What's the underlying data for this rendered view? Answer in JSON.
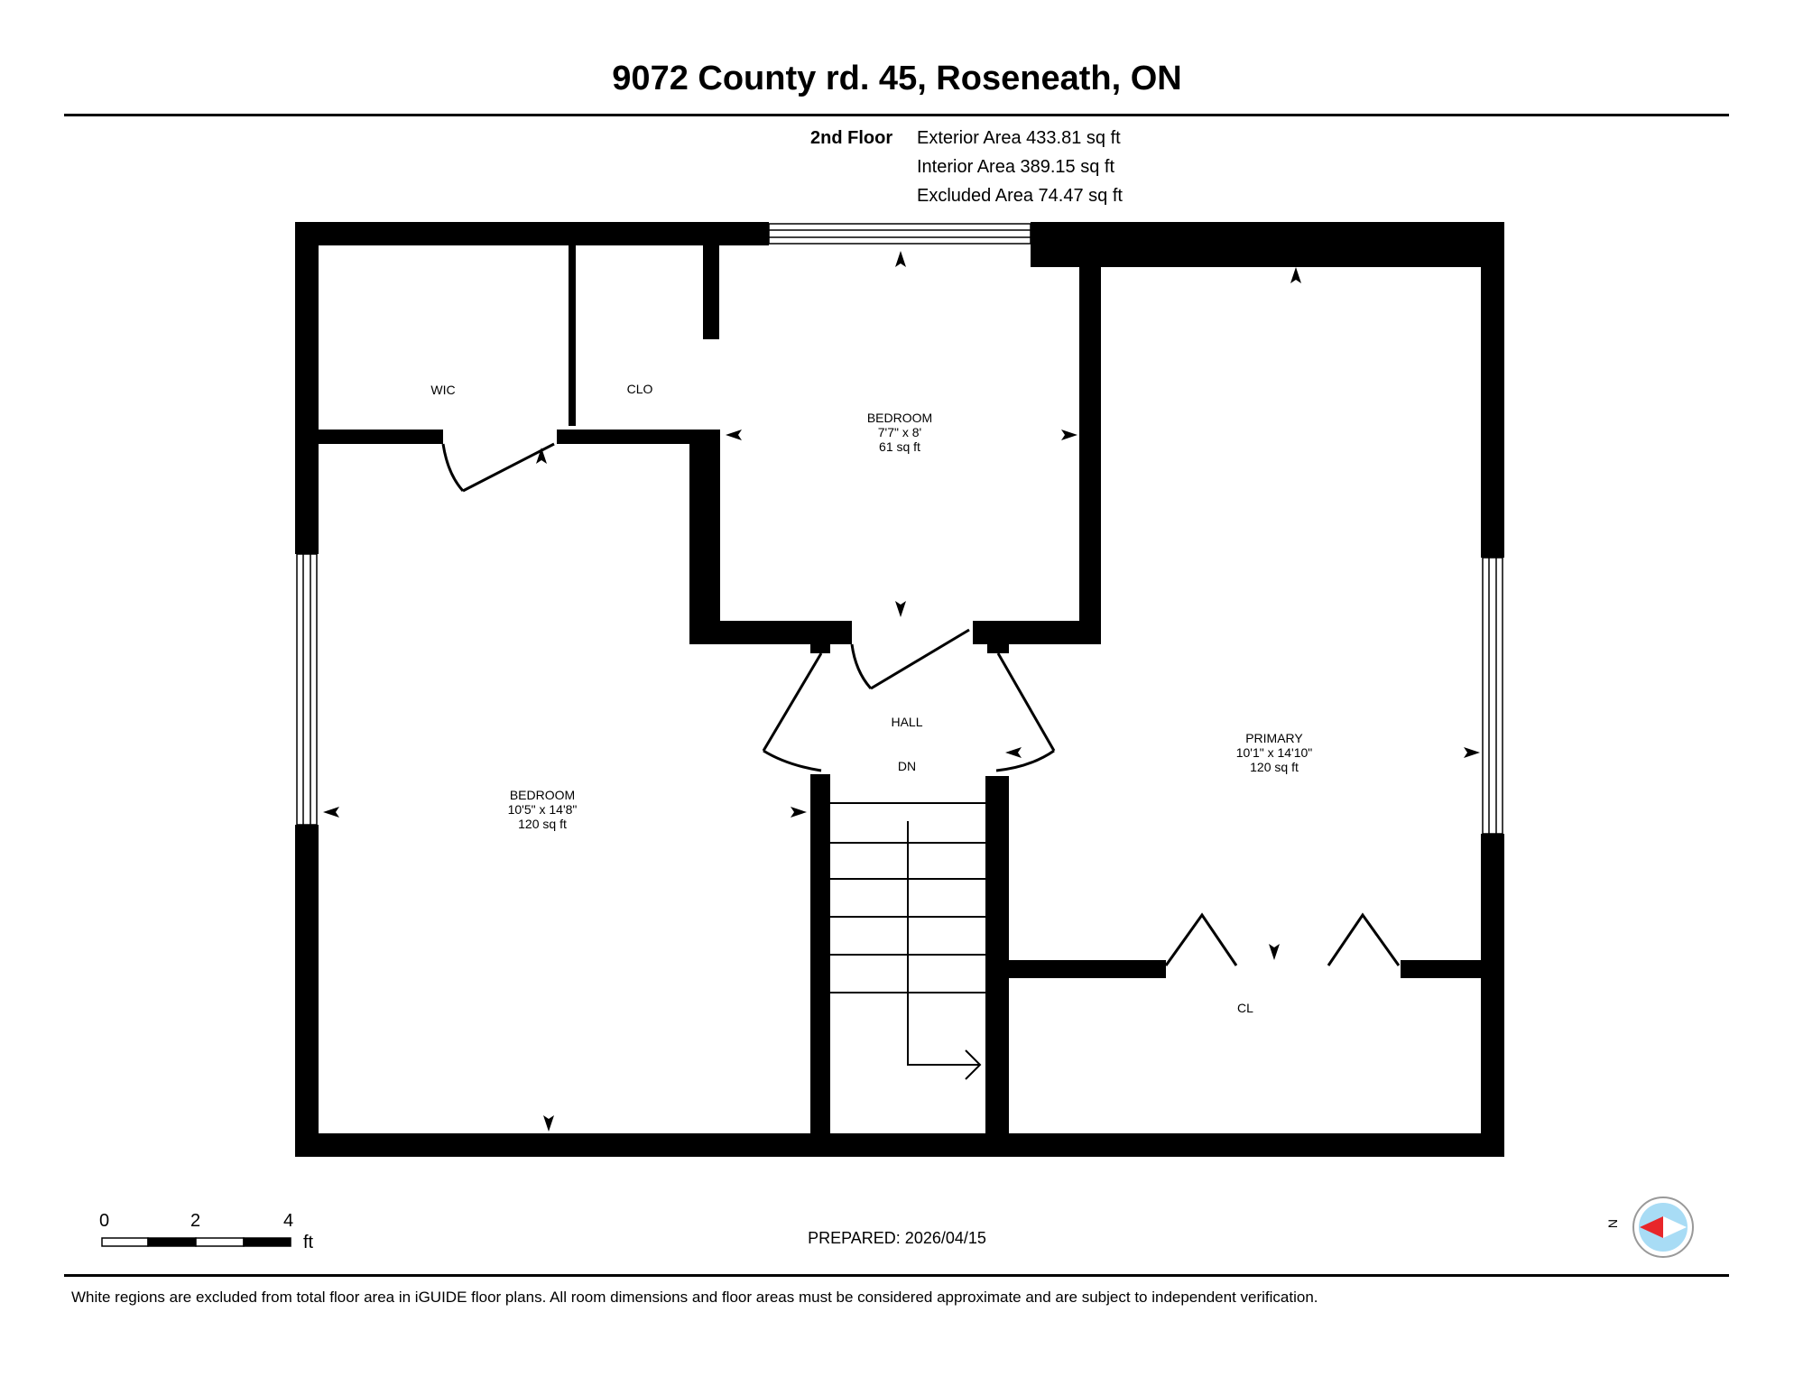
{
  "header": {
    "address": "9072 County rd. 45, Roseneath, ON",
    "floor": "2nd Floor",
    "areas": [
      "Exterior Area 433.81 sq ft",
      "Interior Area 389.15 sq ft",
      "Excluded Area 74.47 sq ft"
    ]
  },
  "rooms": {
    "wic": "WIC",
    "clo": "CLO",
    "bedroom_small": {
      "name": "BEDROOM",
      "dims": "7'7\" x 8'",
      "area": "61 sq ft"
    },
    "hall": "HALL",
    "dn": "DN",
    "primary": {
      "name": "PRIMARY",
      "dims": "10'1\" x 14'10\"",
      "area": "120 sq ft"
    },
    "bedroom_large": {
      "name": "BEDROOM",
      "dims": "10'5\" x 14'8\"",
      "area": "120 sq ft"
    },
    "cl": "CL"
  },
  "scale": {
    "ticks": [
      "0",
      "2",
      "4"
    ],
    "unit": "ft"
  },
  "footer": {
    "prepared": "PREPARED: 2026/04/15",
    "disclaimer": "White regions are excluded from total floor area in iGUIDE floor plans. All room dimensions and floor areas must be considered approximate and are subject to independent verification."
  },
  "compass": {
    "label": "N",
    "needle_color": "#e8262a",
    "dial_color": "#a8dcf5"
  }
}
